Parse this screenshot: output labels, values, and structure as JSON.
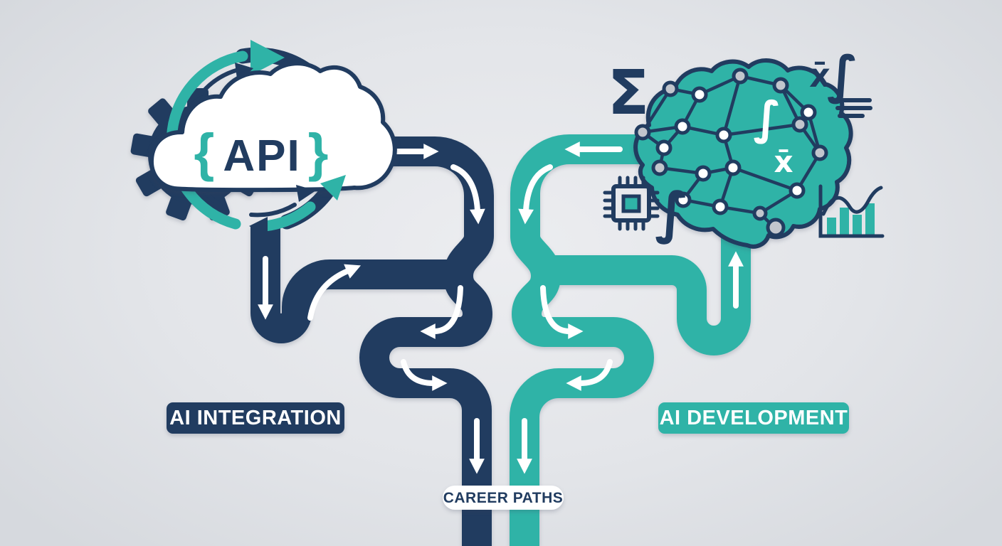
{
  "colors": {
    "navy": "#213c60",
    "teal": "#2fb3a7",
    "background": "#e3e5e9",
    "vignette": "#d6d9de",
    "white": "#ffffff",
    "node_gray": "#c2c6cd"
  },
  "api_icon": {
    "brace_left": "{",
    "label": "API",
    "brace_right": "}"
  },
  "brain_icon": {
    "integral": "∫",
    "mean": "x̄"
  },
  "math_symbols": {
    "sigma": "Σ",
    "mean_top": "x̄",
    "integral_top": "∫",
    "integral_side": "∫"
  },
  "labels": {
    "left_path": "AI INTEGRATION",
    "right_path": "AI DEVELOPMENT",
    "merge_point": "CAREER PATHS"
  },
  "icons": {
    "left": [
      "gear-icon",
      "sync-arrows-icon",
      "cloud-api-icon"
    ],
    "right": [
      "brain-network-icon",
      "chip-icon",
      "bar-chart-icon",
      "triple-bar-icon"
    ],
    "flow": "white-direction-arrows"
  }
}
